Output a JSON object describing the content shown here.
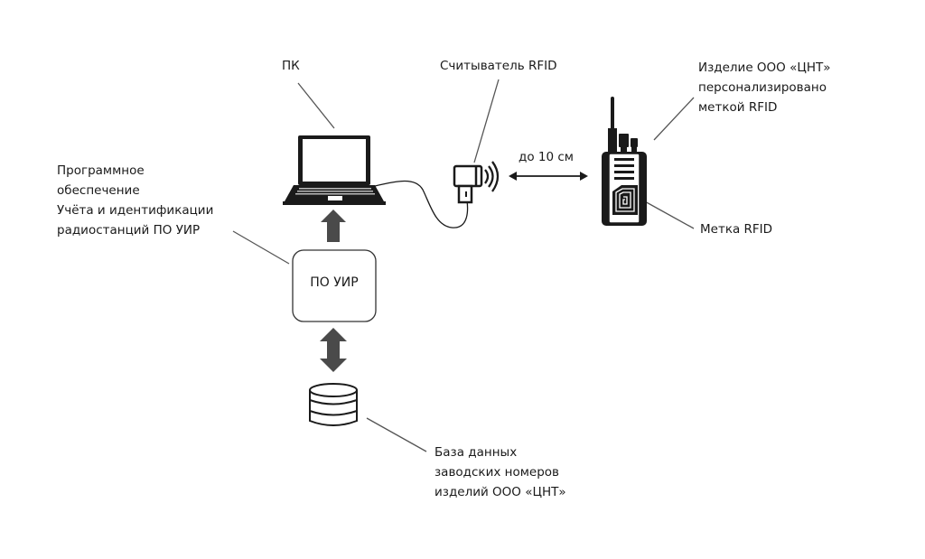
{
  "labels": {
    "pc": "ПК",
    "reader": "Считыватель RFID",
    "product_line1": "Изделие ООО «ЦНТ»",
    "product_line2": "персонализировано",
    "product_line3": "меткой RFID",
    "distance": "до 10 см",
    "tag": "Метка RFID",
    "software_line1": "Программное",
    "software_line2": "обеспечение",
    "software_line3": "Учёта и идентификации",
    "software_line4": "радиостанций ПО УИР",
    "software_box": "ПО УИР",
    "db_line1": "База данных",
    "db_line2": "заводских номеров",
    "db_line3": "изделий ООО «ЦНТ»"
  },
  "icons": [
    "laptop-icon",
    "rfid-reader-icon",
    "radio-station-icon",
    "rfid-tag-icon",
    "database-icon",
    "arrow-up-icon",
    "double-arrow-vertical-icon",
    "double-arrow-horizontal-icon"
  ],
  "colors": {
    "stroke": "#1a1a1a",
    "arrow": "#4a4a4a",
    "line": "#555555"
  }
}
